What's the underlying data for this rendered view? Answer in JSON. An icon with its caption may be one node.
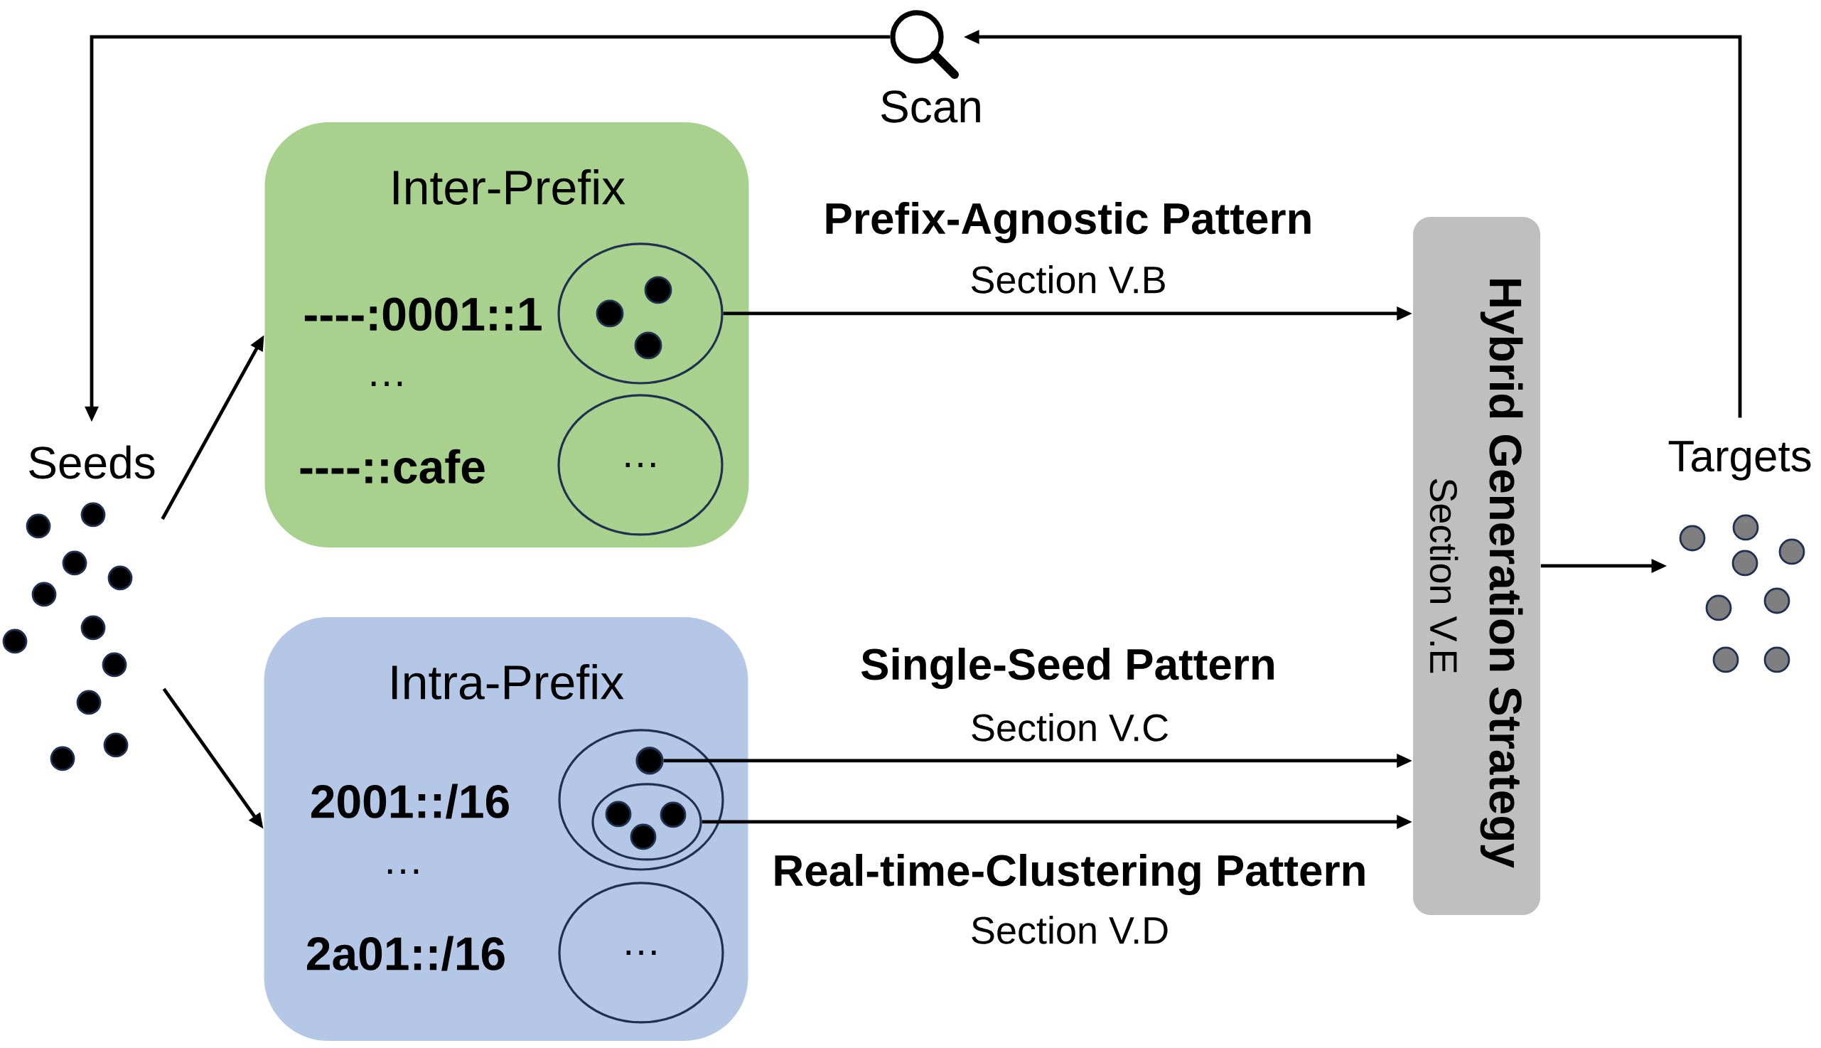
{
  "diagram": {
    "nodes": [
      {
        "text": [
          "Scan"
        ]
      },
      {
        "text": [
          "Seeds"
        ]
      },
      {
        "text": [
          "Inter-Prefix"
        ]
      },
      {
        "text": [],
        "shape": "circle",
        "in": 2
      },
      {
        "text": [
          "…"
        ],
        "in": 2
      },
      {
        "text": [
          "Intra-Prefix"
        ]
      },
      {
        "text": [],
        "shape": "circle",
        "in": 5
      },
      {
        "text": [],
        "shape": "circle",
        "in": 6
      },
      {
        "text": [],
        "shape": "circle",
        "in": 6
      },
      {
        "text": [
          "…"
        ],
        "in": 5
      },
      {
        "text": [
          "Hybrid Generation Strategy",
          "Section V.E"
        ]
      },
      {
        "text": [
          "Targets"
        ]
      }
    ],
    "edges": [
      {
        "from": 0,
        "to": 1,
        "arrow": "to"
      },
      {
        "from": 11,
        "to": 0,
        "arrow": "to"
      },
      {
        "from": 1,
        "to": 2,
        "arrow": "to"
      },
      {
        "from": 1,
        "to": 5,
        "arrow": "to"
      },
      {
        "from": 3,
        "to": 10,
        "arrow": "to",
        "label": "Prefix-Agnostic Pattern"
      },
      {
        "from": 7,
        "to": 10,
        "arrow": "to",
        "label": "Single-Seed Pattern"
      },
      {
        "from": 8,
        "to": 10,
        "arrow": "to",
        "label": "Real-time-Clustering Pattern"
      },
      {
        "from": 10,
        "to": 11,
        "arrow": "to"
      }
    ],
    "labels": [
      "----:0001::1",
      "…",
      "----::cafe",
      "Section V.B",
      "2001::/16",
      "…",
      "2a01::/16",
      "Section V.C",
      "Section V.D"
    ]
  }
}
